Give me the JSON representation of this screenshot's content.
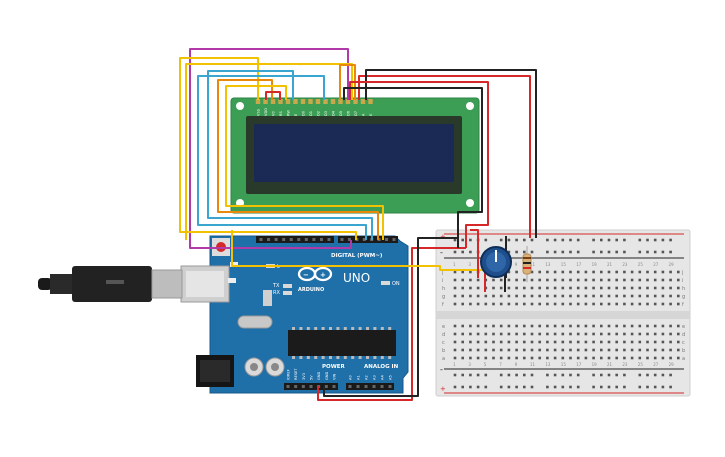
{
  "colors": {
    "background": "#ffffff",
    "board": "#1f6fa8",
    "board_dark": "#175a8a",
    "lcd_pcb": "#3c9e55",
    "lcd_screen": "#1b2a55",
    "breadboard": "#e6e6e6",
    "wire_black": "#222222",
    "wire_red": "#d62828",
    "wire_orange": "#e8890c",
    "wire_yellow": "#f2c200",
    "wire_blue": "#3aa6d0",
    "wire_magenta": "#b23aa8",
    "pot": "#1e4f8c"
  },
  "icons": {
    "usb": "usb-cable-icon",
    "arduino_logo": "arduino-infinity-logo",
    "potentiometer": "potentiometer-knob-icon",
    "resistor": "resistor-icon"
  },
  "arduino": {
    "model": "UNO",
    "brand": "ARDUINO",
    "digital_label": "DIGITAL (PWM~)",
    "power_label": "POWER",
    "analog_label": "ANALOG IN",
    "tx_label": "TX",
    "rx_label": "RX",
    "l_label": "L",
    "on_label": "ON",
    "analog_pins": [
      "A0",
      "A1",
      "A2",
      "A3",
      "A4",
      "A5"
    ],
    "power_pins": [
      "IOREF",
      "RESET",
      "3V3",
      "5V",
      "GND",
      "GND",
      "VIN"
    ]
  },
  "lcd": {
    "pin_labels": [
      "VSS",
      "VDD",
      "V0",
      "RS",
      "RW",
      "E",
      "D0",
      "D1",
      "D2",
      "D3",
      "D4",
      "D5",
      "D6",
      "D7",
      "A",
      "K"
    ]
  },
  "breadboard": {
    "row_letters_top": [
      "j",
      "i",
      "h",
      "g",
      "f"
    ],
    "row_letters_bottom": [
      "e",
      "d",
      "c",
      "b",
      "a"
    ],
    "col_numbers": [
      "1",
      "3",
      "5",
      "7",
      "9",
      "11",
      "13",
      "15",
      "17",
      "19",
      "21",
      "23",
      "25",
      "27",
      "29"
    ],
    "plus": "+",
    "minus": "-"
  }
}
